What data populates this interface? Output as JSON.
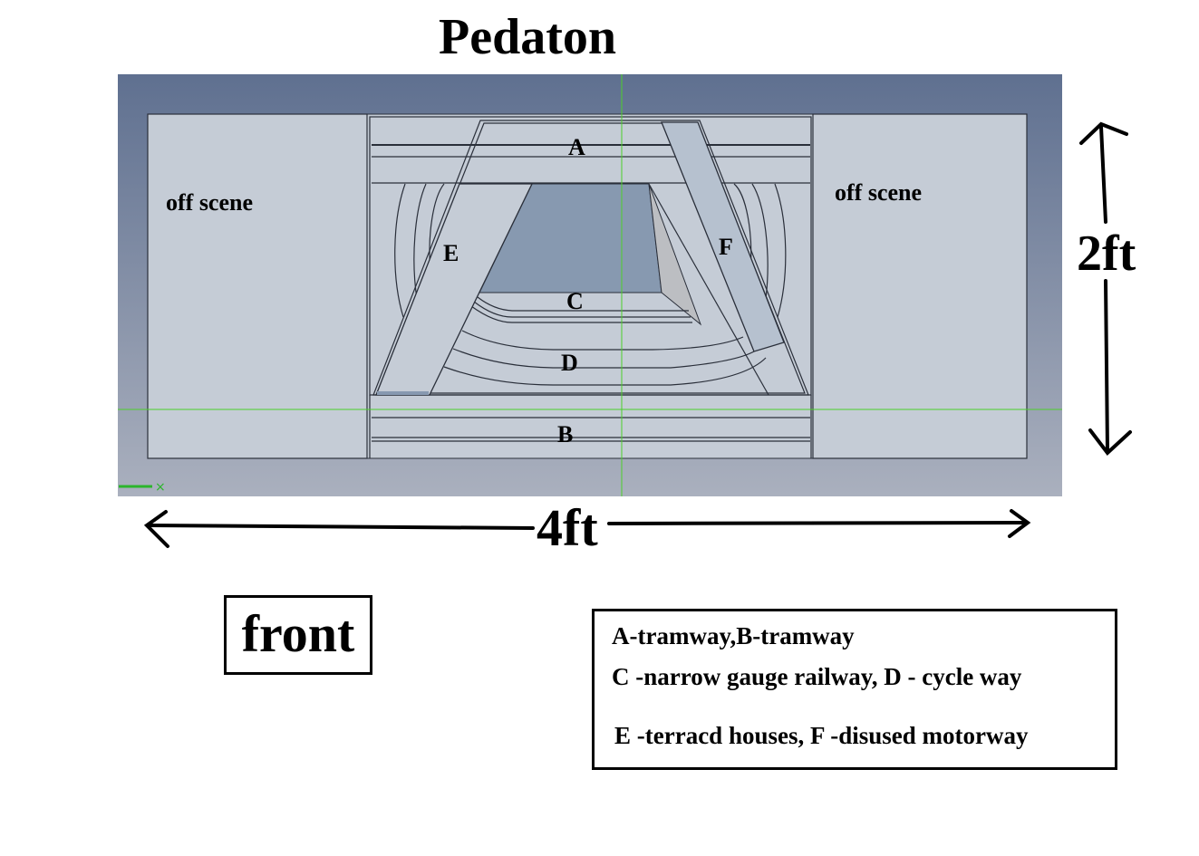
{
  "title": "Pedaton",
  "scene": {
    "off_scene_left": "off scene",
    "off_scene_right": "off scene",
    "labels": {
      "A": "A",
      "B": "B",
      "C": "C",
      "D": "D",
      "E": "E",
      "F": "F"
    }
  },
  "dimensions": {
    "height": "2ft",
    "width": "4ft"
  },
  "front_label": "front",
  "legend": [
    "A-tramway,B-tramway",
    "C -narrow gauge railway, D - cycle way",
    "E -terracd houses, F -disused motorway"
  ],
  "colors": {
    "viewport_top": "#5f7090",
    "viewport_bottom": "#a9afbd",
    "panel": "#c5ccd6",
    "pit": "#8799b0",
    "guide": "#4ccf2a"
  }
}
